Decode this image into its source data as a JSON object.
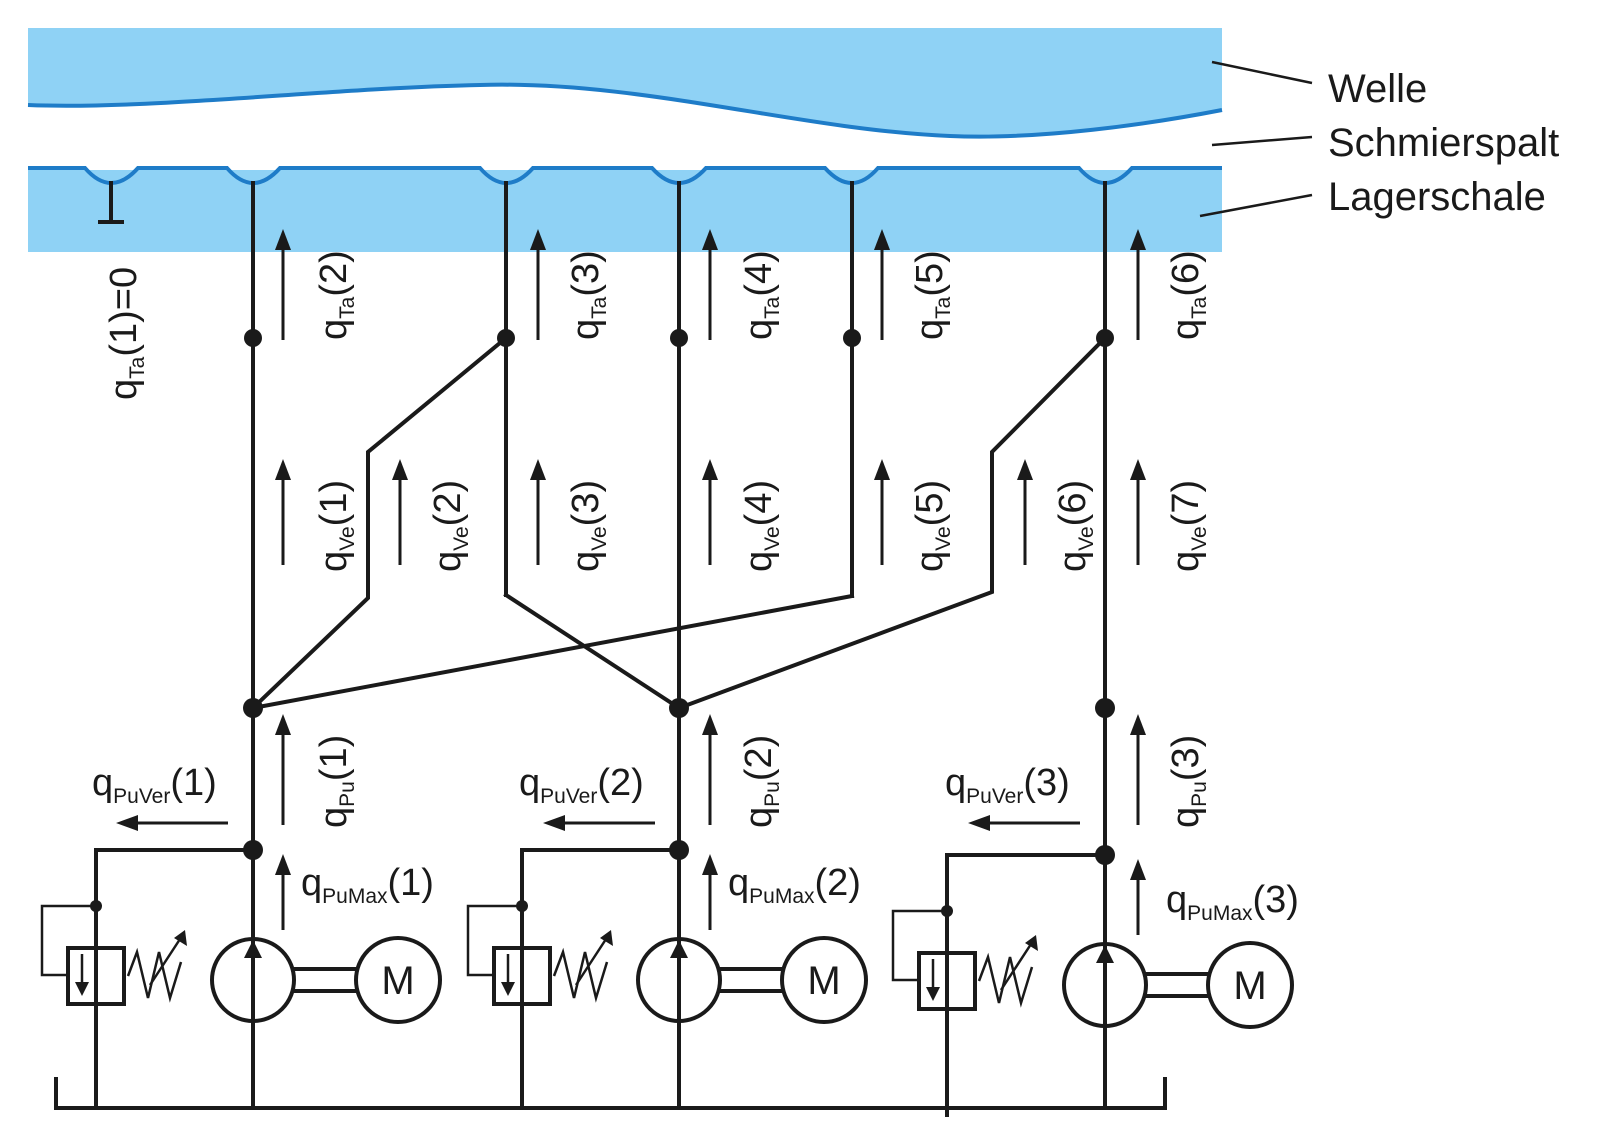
{
  "labels": {
    "shaft": "Welle",
    "gap": "Schmierspalt",
    "shell": "Lagerschale",
    "motor": "M"
  },
  "colors": {
    "shaft_fill": "#8fd2f5",
    "shell_fill": "#8fd2f5",
    "edge_line": "#1e7cc8",
    "line": "#1a1a1a"
  },
  "flows": {
    "qTa_closed": {
      "q": "q",
      "sub": "Ta",
      "arg": "(1)=0"
    },
    "qTa": [
      {
        "q": "q",
        "sub": "Ta",
        "arg": "(2)"
      },
      {
        "q": "q",
        "sub": "Ta",
        "arg": "(3)"
      },
      {
        "q": "q",
        "sub": "Ta",
        "arg": "(4)"
      },
      {
        "q": "q",
        "sub": "Ta",
        "arg": "(5)"
      },
      {
        "q": "q",
        "sub": "Ta",
        "arg": "(6)"
      }
    ],
    "qVe": [
      {
        "q": "q",
        "sub": "Ve",
        "arg": "(1)"
      },
      {
        "q": "q",
        "sub": "Ve",
        "arg": "(2)"
      },
      {
        "q": "q",
        "sub": "Ve",
        "arg": "(3)"
      },
      {
        "q": "q",
        "sub": "Ve",
        "arg": "(4)"
      },
      {
        "q": "q",
        "sub": "Ve",
        "arg": "(5)"
      },
      {
        "q": "q",
        "sub": "Ve",
        "arg": "(6)"
      },
      {
        "q": "q",
        "sub": "Ve",
        "arg": "(7)"
      }
    ],
    "qPu": [
      {
        "q": "q",
        "sub": "Pu",
        "arg": "(1)"
      },
      {
        "q": "q",
        "sub": "Pu",
        "arg": "(2)"
      },
      {
        "q": "q",
        "sub": "Pu",
        "arg": "(3)"
      }
    ],
    "qPuVer": [
      {
        "q": "q",
        "sub": "PuVer",
        "arg": "(1)"
      },
      {
        "q": "q",
        "sub": "PuVer",
        "arg": "(2)"
      },
      {
        "q": "q",
        "sub": "PuVer",
        "arg": "(3)"
      }
    ],
    "qPuMax": [
      {
        "q": "q",
        "sub": "PuMax",
        "arg": "(1)"
      },
      {
        "q": "q",
        "sub": "PuMax",
        "arg": "(2)"
      },
      {
        "q": "q",
        "sub": "PuMax",
        "arg": "(3)"
      }
    ]
  }
}
